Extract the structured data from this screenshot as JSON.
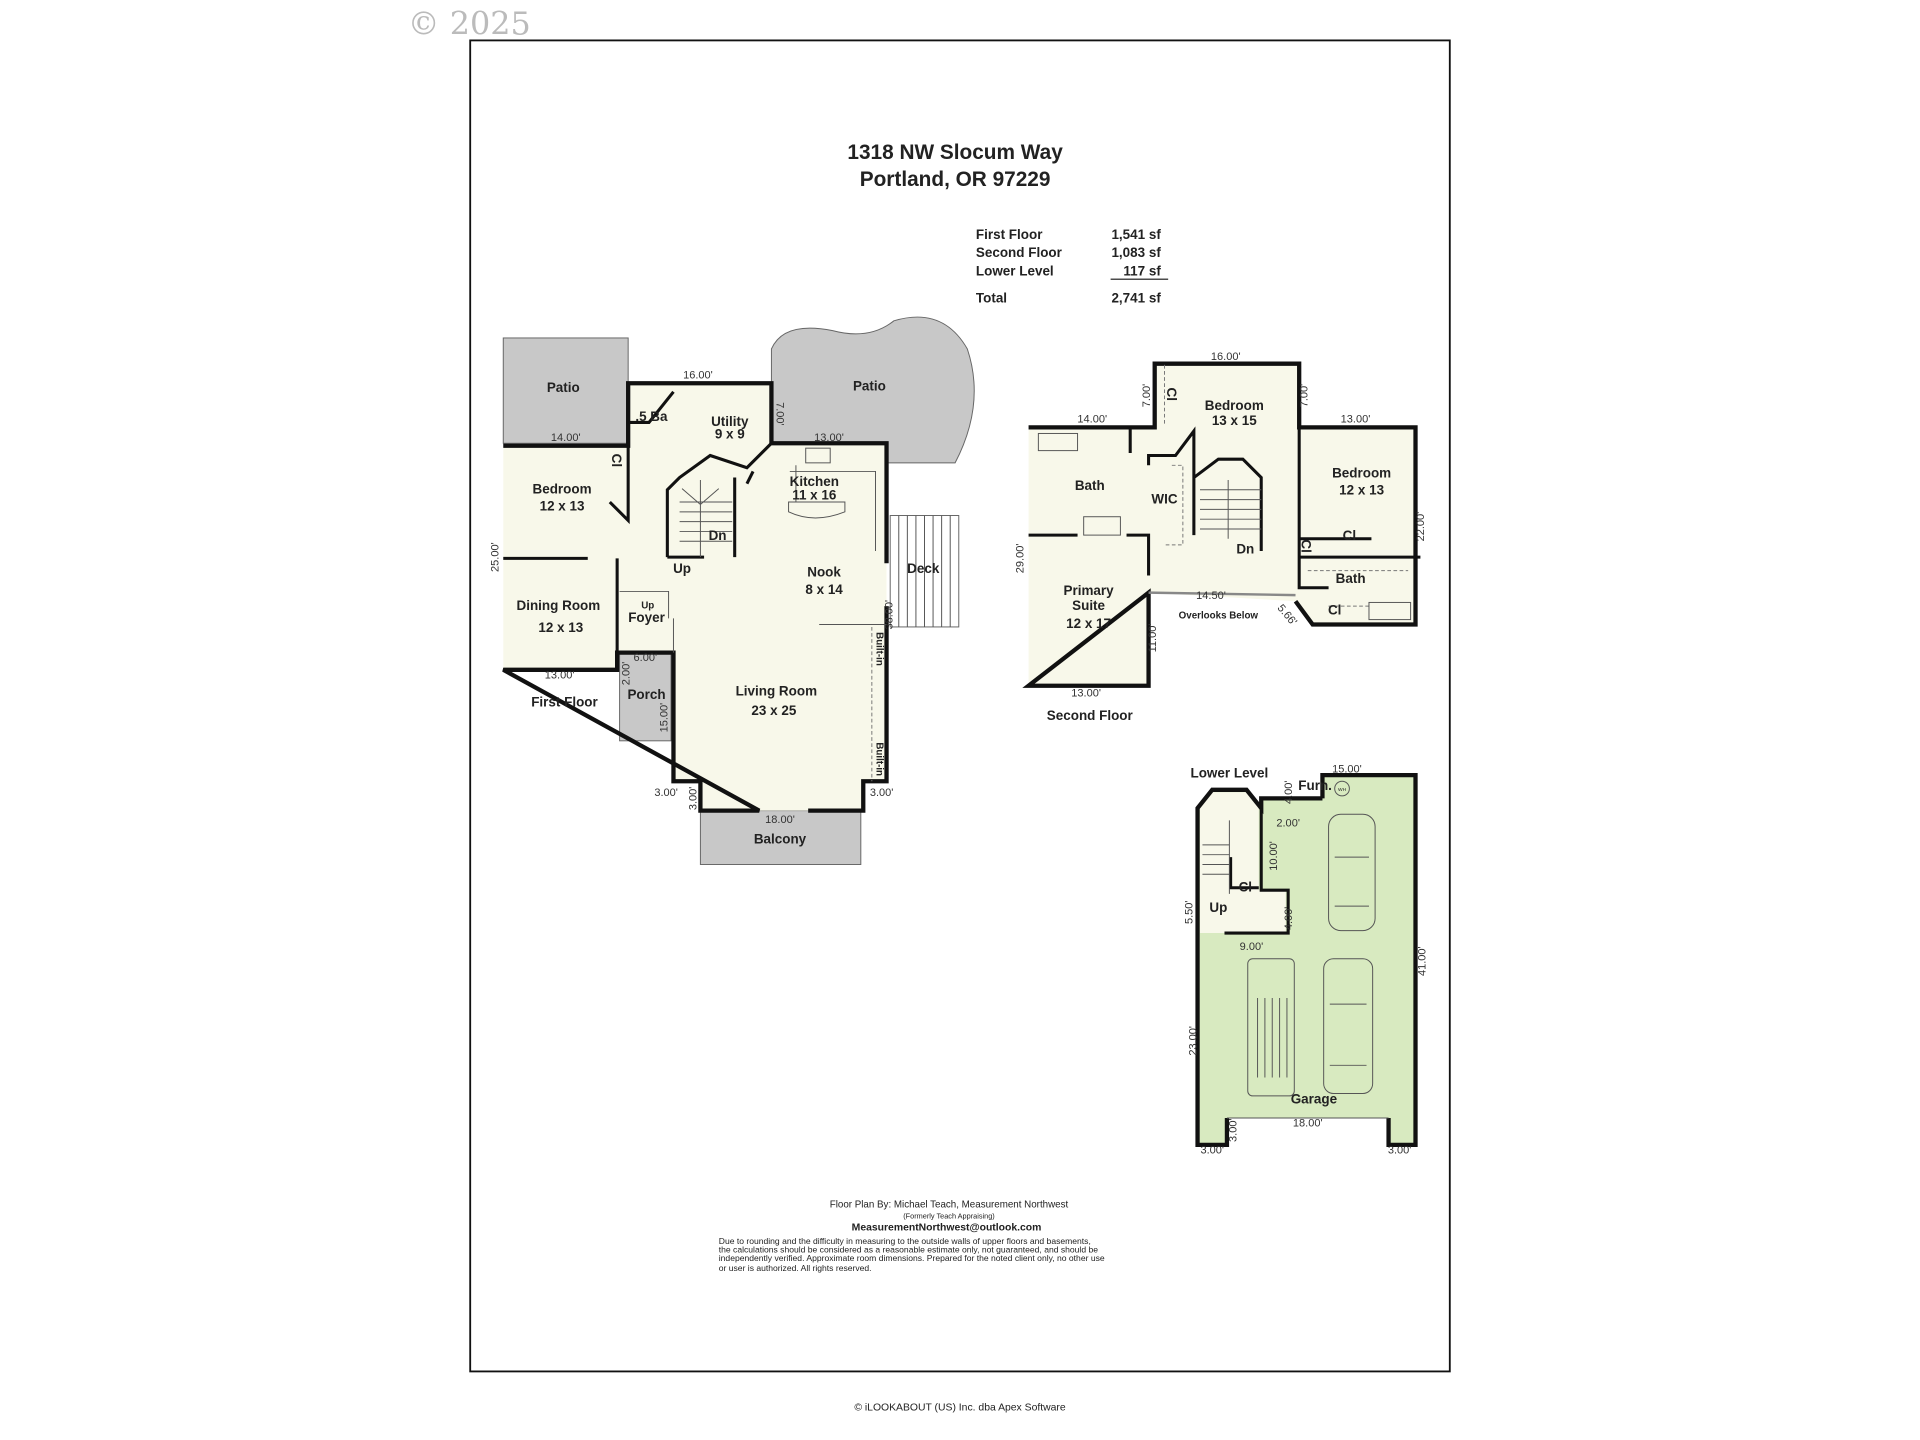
{
  "watermark": "© 2025",
  "header": {
    "address_line1": "1318 NW Slocum Way",
    "address_line2": "Portland, OR 97229"
  },
  "area_table": {
    "rows": [
      {
        "label": "First Floor",
        "value": "1,541 sf"
      },
      {
        "label": "Second Floor",
        "value": "1,083 sf"
      },
      {
        "label": "Lower Level",
        "value": "117 sf"
      }
    ],
    "total": {
      "label": "Total",
      "value": "2,741 sf"
    }
  },
  "first_floor": {
    "title": "First Floor",
    "rooms": [
      {
        "name": "Patio"
      },
      {
        "name": "Patio"
      },
      {
        "name": ".5 Ba"
      },
      {
        "name": "Utility",
        "size": "9 x 9"
      },
      {
        "name": "Bedroom",
        "size": "12 x 13"
      },
      {
        "name": "Kitchen",
        "size": "11 x 16"
      },
      {
        "name": "Nook",
        "size": "8 x 14"
      },
      {
        "name": "Deck"
      },
      {
        "name": "Foyer"
      },
      {
        "name": "Dining Room",
        "size": "12 x 13"
      },
      {
        "name": "Porch"
      },
      {
        "name": "Living Room",
        "size": "23 x 25"
      },
      {
        "name": "Balcony"
      }
    ],
    "labels": {
      "closet": "Cl",
      "up": "Up",
      "down": "Dn",
      "foyer_up": "Up",
      "built_in": "Built-in"
    },
    "dimensions": [
      "16.00'",
      "7.00'",
      "14.00'",
      "13.00'",
      "25.00'",
      "38.00'",
      "6.00'",
      "13.00'",
      "2.00'",
      "15.00'",
      "3.00'",
      "3.00'",
      "3.00'",
      "18.00'"
    ]
  },
  "second_floor": {
    "title": "Second Floor",
    "rooms": [
      {
        "name": "Bedroom",
        "size": "13 x 15"
      },
      {
        "name": "Bath"
      },
      {
        "name": "WIC"
      },
      {
        "name": "Bedroom",
        "size": "12 x 13"
      },
      {
        "name": "Bath"
      },
      {
        "name": "Primary",
        "name2": "Suite",
        "size": "12 x 17"
      }
    ],
    "labels": {
      "closet": "Cl",
      "down": "Dn",
      "overlooks": "Overlooks Below"
    },
    "dimensions": [
      "16.00'",
      "7.00'",
      "7.00'",
      "14.00'",
      "13.00'",
      "22.00'",
      "29.00'",
      "14.50'",
      "5.66'",
      "11.00'",
      "13.00'"
    ]
  },
  "lower_level": {
    "title": "Lower Level",
    "rooms": [
      {
        "name": "Garage"
      },
      {
        "name": "Furn."
      }
    ],
    "labels": {
      "closet": "Cl",
      "up": "Up",
      "water_heater": "WH"
    },
    "dimensions": [
      "15.00'",
      "4.00'",
      "2.00'",
      "10.00'",
      "5.50'",
      "4.00'",
      "9.00'",
      "41.00'",
      "23.00'",
      "18.00'",
      "3.00'",
      "3.00'",
      "3.00'"
    ]
  },
  "credits": {
    "by": "Floor Plan By: Michael Teach, Measurement Northwest",
    "formerly": "(Formerly Teach Appraising)",
    "email": "MeasurementNorthwest@outlook.com",
    "disclaimer": [
      "Due to rounding and the difficulty in measuring to the outside walls of upper floors and basements,",
      "the calculations should be considered as a reasonable estimate only, not guaranteed, and should be",
      "independently verified. Approximate room dimensions. Prepared for the noted client only, no other use",
      "or user is authorized. All rights reserved."
    ]
  },
  "footer": {
    "copyright": "© iLOOKABOUT (US) Inc. dba Apex Software"
  },
  "colors": {
    "floor": "#f8f8ea",
    "exterior": "#c8c8c8",
    "garage": "#d8eac0",
    "walls": "#111111"
  }
}
